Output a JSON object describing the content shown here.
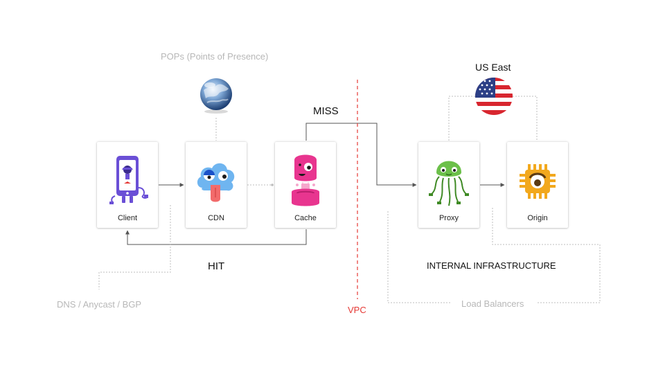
{
  "labels": {
    "pops": "POPs (Points of Presence)",
    "us_east": "US East",
    "miss": "MISS",
    "hit": "HIT",
    "internal": "INTERNAL INFRASTRUCTURE",
    "dns": "DNS / Anycast / BGP",
    "vpc": "VPC",
    "load_balancers": "Load Balancers"
  },
  "nodes": {
    "client": "Client",
    "cdn": "CDN",
    "cache": "Cache",
    "proxy": "Proxy",
    "origin": "Origin"
  },
  "colors": {
    "client": "#6a4fd6",
    "cdn": "#6fb5f0",
    "cache": "#e8358f",
    "proxy": "#6cc04a",
    "origin": "#f2a81d",
    "vpc_line": "#e53935",
    "connector": "#555555",
    "guide": "#bdbdbd"
  },
  "icons": {
    "pops": "globe-icon",
    "us_east": "us-flag-icon"
  }
}
